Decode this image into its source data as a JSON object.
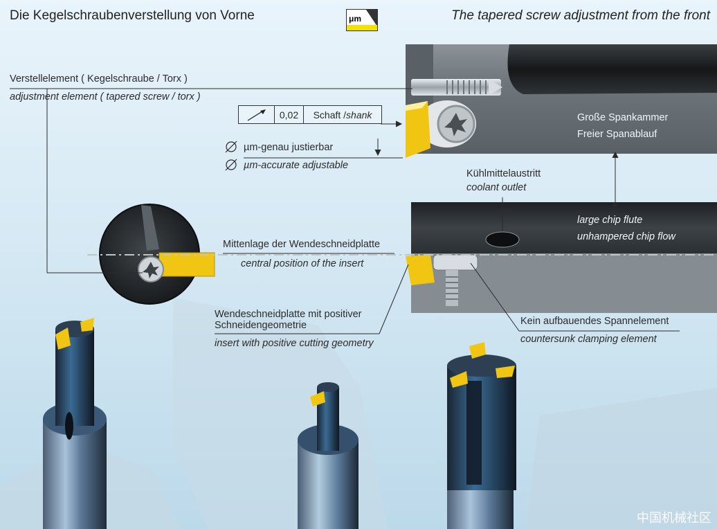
{
  "header": {
    "title_de": "Die Kegelschraubenverstellung von Vorne",
    "title_en": "The tapered screw adjustment from the front",
    "logo_text": "μm"
  },
  "callouts": {
    "adjust_de": "Verstellelement  ( Kegelschraube / Torx )",
    "adjust_en": "adjustment element ( tapered screw / torx )",
    "tolerance_value": "0,02",
    "tolerance_ref_de": "Schaft / ",
    "tolerance_ref_en": "shank",
    "um_de": "µm-genau justierbar",
    "um_en": "µm-accurate adjustable",
    "chip_de_1": "Große Spankammer",
    "chip_de_2": "Freier Spanablauf",
    "coolant_de": "Kühlmittelaustritt",
    "coolant_en": "coolant outlet",
    "chip_en_1": "large chip flute",
    "chip_en_2": "unhampered chip flow",
    "center_de": "Mittenlage der Wendeschneidplatte",
    "center_en": "central position of the insert",
    "insert_de_1": "Wendeschneidplatte mit positiver",
    "insert_de_2": "Schneidengeometrie",
    "insert_en": "insert with positive cutting geometry",
    "clamp_de": "Kein aufbauendes Spannelement",
    "clamp_en": "countersunk clamping element"
  },
  "watermark": "中国机械社区",
  "colors": {
    "insert_yellow": "#f2d21a",
    "tool_dark": "#2d3236",
    "background": "#d6e9f4"
  }
}
